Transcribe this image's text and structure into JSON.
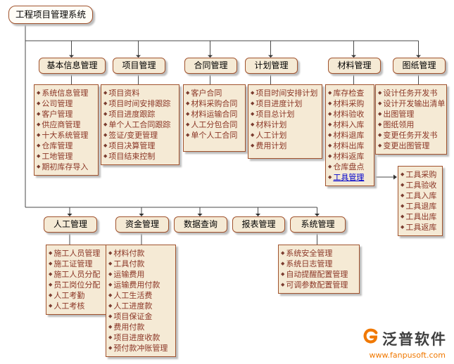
{
  "title": "工程项目管理系统",
  "bullet_glyph": "◆",
  "colors": {
    "box_fill": "#f5ead5",
    "box_border": "#a0522d",
    "item_text": "#8b3626",
    "connector_line": "#4a4a4a",
    "link_blue": "#0000cc",
    "logo_orange": "#f07800",
    "logo_text": "#3f3f3f"
  },
  "nodes": {
    "basic_info": {
      "label": "基本信息管理",
      "items": [
        "系统信息管理",
        "公司管理",
        "客户管理",
        "供应商管理",
        "十大系统管理",
        "仓库管理",
        "工地管理",
        "期初库存导入"
      ]
    },
    "project": {
      "label": "项目管理",
      "items": [
        "项目资料",
        "项目时间安排跟踪",
        "项目进度跟踪",
        "单个人工合同跟踪",
        "签证/变更管理",
        "项目决算管理",
        "项目结束控制"
      ]
    },
    "contract": {
      "label": "合同管理",
      "items": [
        "客户合同",
        "材料采购合同",
        "材料运输合同",
        "人工分包合同",
        "单个人工合同"
      ]
    },
    "plan": {
      "label": "计划管理",
      "items": [
        "项目时间安排计划",
        "项目进度计划",
        "项目总计划",
        "材料计划",
        "人工计划",
        "费用计划"
      ]
    },
    "material": {
      "label": "材料管理",
      "items": [
        "库存检查",
        "材料采购",
        "材料验收",
        "材料入库",
        "材料退库",
        "材料出库",
        "材料返库",
        "仓库盘点",
        "工具管理"
      ],
      "link_index": 8
    },
    "drawing": {
      "label": "图纸管理",
      "items": [
        "设计任务开发书",
        "设计开发输出清单",
        "出图管理",
        "图纸领用",
        "变更任务开发书",
        "变更出图管理"
      ]
    },
    "tools": {
      "items": [
        "工具采购",
        "工具验收",
        "工具入库",
        "工具退库",
        "工具出库",
        "工具返库"
      ]
    },
    "labor": {
      "label": "人工管理",
      "items": [
        "施工人员管理",
        "施工证管理",
        "施工人员分配",
        "员工岗位分配",
        "人工考勤",
        "人工考核"
      ]
    },
    "funds": {
      "label": "资金管理",
      "items": [
        "材料付款",
        "工具付款",
        "运输费用",
        "运输费用付款",
        "人工生活费",
        "人工进度款",
        "项目保证金",
        "费用付款",
        "项目进度收款",
        "预付款冲账管理"
      ]
    },
    "query": {
      "label": "数据查询"
    },
    "report": {
      "label": "报表管理"
    },
    "system": {
      "label": "系统管理",
      "items": [
        "系统安全管理",
        "系统日志管理",
        "自动提醒配置管理",
        "可调参数配置管理"
      ]
    }
  },
  "logo": {
    "name": "泛普软件",
    "url": "www.fanpusoft.com"
  }
}
